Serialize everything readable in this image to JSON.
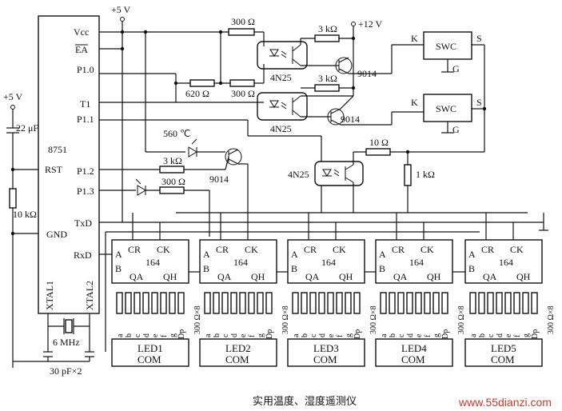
{
  "labels": {
    "vplus_top": "+5 V",
    "vplus_left": "+5 V",
    "v12": "+12 V",
    "vcc": "Vcc",
    "ea": "EA",
    "p10": "P1.0",
    "t1": "T1",
    "p11": "P1.1",
    "p12": "P1.2",
    "p13": "P1.3",
    "mcu": "8751",
    "rst": "RST",
    "gnd": "GND",
    "txd": "TxD",
    "rxd": "RxD",
    "xtal1": "XTAL1",
    "xtal2": "XTAL2",
    "cap22": "22 μF",
    "r10k": "10 kΩ",
    "crystal": "6 MHz",
    "caps30": "30 pF×2",
    "r300a": "300 Ω",
    "r3ka": "3 kΩ",
    "r620": "620 Ω",
    "r300b": "300 Ω",
    "r3kb": "3 kΩ",
    "oc1": "4N25",
    "oc2": "4N25",
    "oc3": "4N25",
    "q1": "9014",
    "q2": "9014",
    "q3": "9014",
    "swc": "SWC",
    "k": "K",
    "s": "S",
    "g": "G",
    "temp": "560 ℃",
    "r3kc": "3 kΩ",
    "r300c": "300 Ω",
    "r10": "10 Ω",
    "r1k": "1 kΩ",
    "chip": "164",
    "cr": "CR",
    "ck": "CK",
    "pa": "A",
    "pb": "B",
    "qa": "QA",
    "qh": "QH",
    "rarr": "300 Ω×8",
    "com": "COM",
    "seg_pins": [
      "a",
      "b",
      "c",
      "d",
      "e",
      "f",
      "g",
      "Dp"
    ],
    "leds": [
      "LED1",
      "LED2",
      "LED3",
      "LED4",
      "LED5"
    ],
    "caption": "实用温度、湿度遥测仪",
    "watermark": "www.55dianzi.com"
  }
}
